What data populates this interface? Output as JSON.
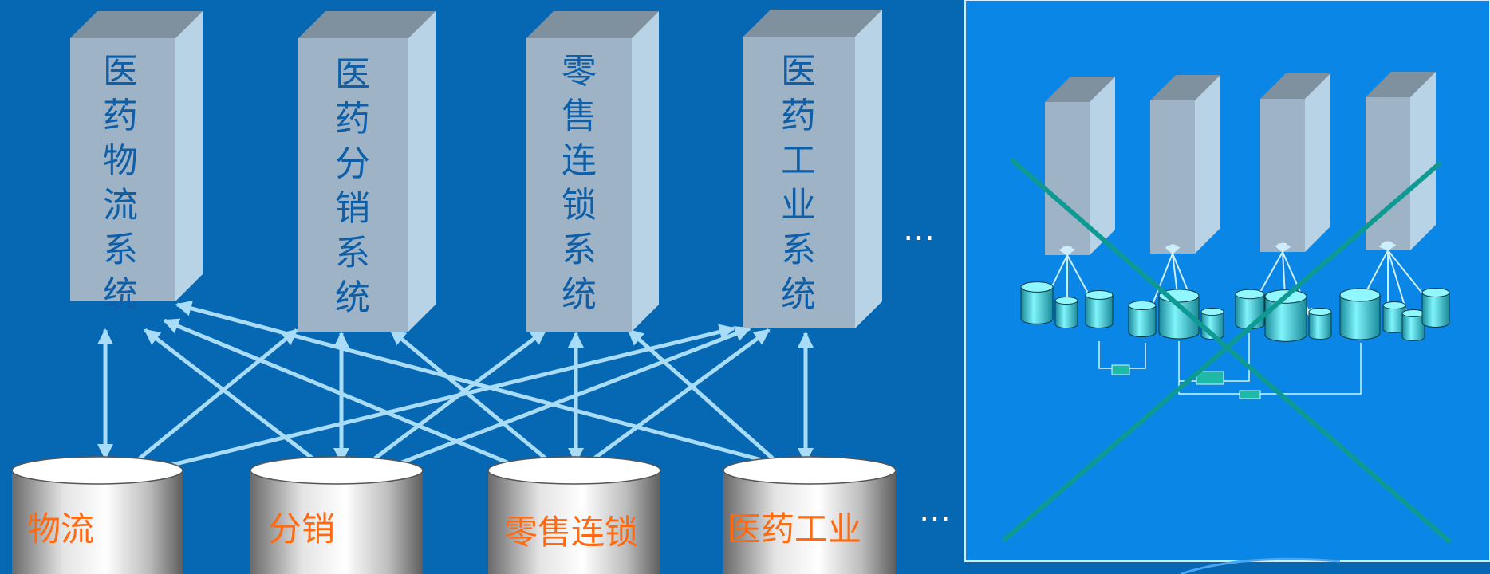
{
  "systems": [
    {
      "label": "医药物流系统"
    },
    {
      "label": "医药分销系统"
    },
    {
      "label": "零售连锁系统"
    },
    {
      "label": "医药工业系统"
    }
  ],
  "databases": [
    {
      "label": "物流"
    },
    {
      "label": "分销"
    },
    {
      "label": "零售连锁"
    },
    {
      "label": "医药工业"
    }
  ],
  "ellipsis_top": "…",
  "ellipsis_bottom": "…",
  "colors": {
    "background": "#0668b3",
    "panel": "#0a86e6",
    "box_front": "#9eb4c6",
    "label_text": "#0f5fa8",
    "db_label": "#ff6a10",
    "connector": "#a9dcf7",
    "small_db": "#5fe6f0",
    "cross": "#0e9a93"
  }
}
